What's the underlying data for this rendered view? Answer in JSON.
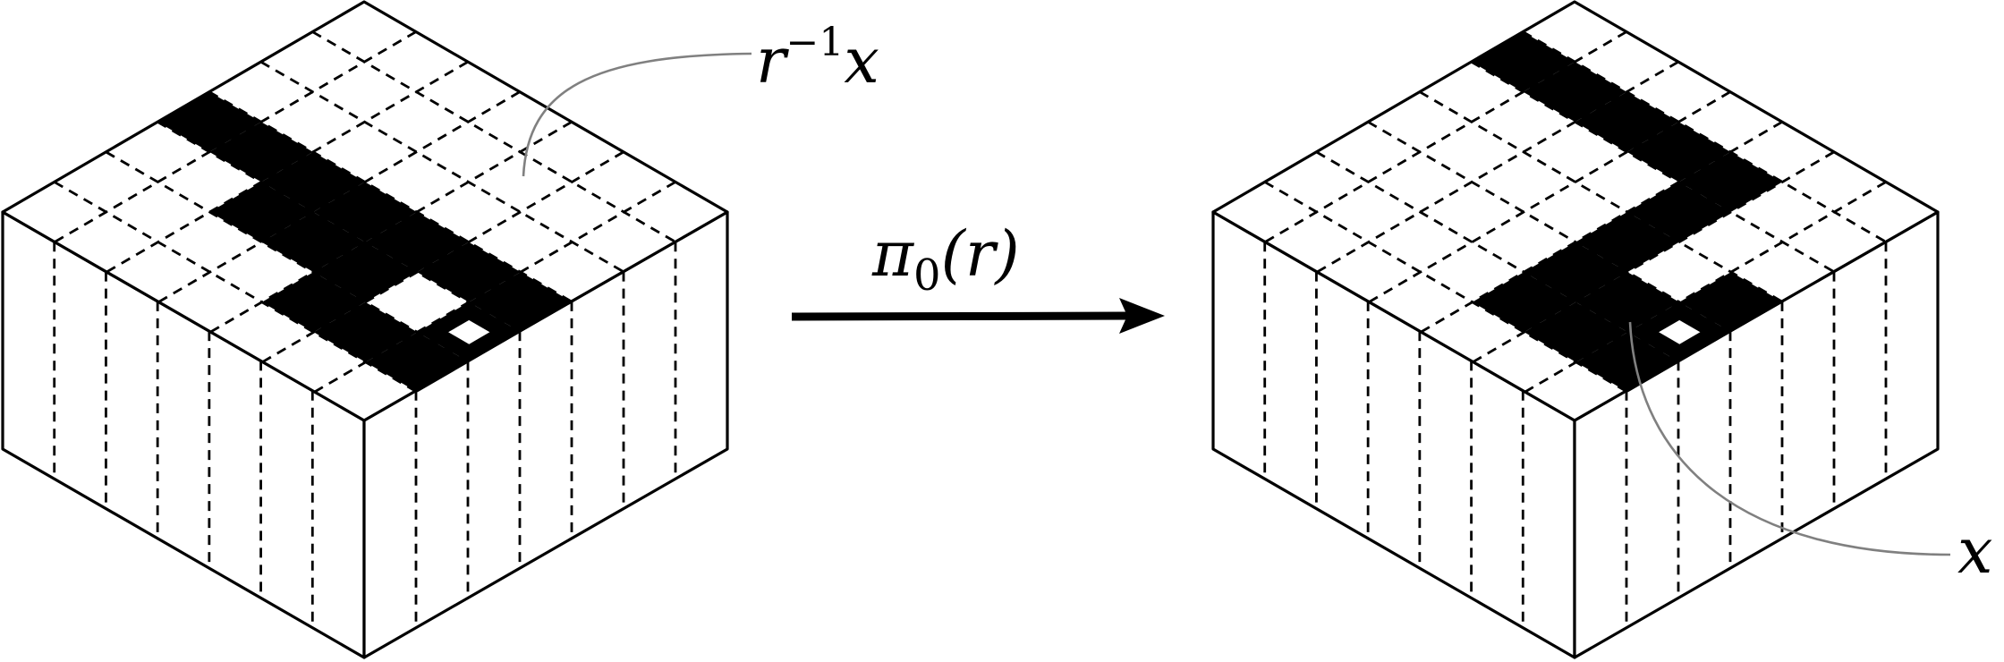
{
  "labels": {
    "map_symbol": "π",
    "map_subscript": "0",
    "map_argument": "(r)",
    "preimage_base": "r",
    "preimage_exponent": "−1",
    "preimage_var": "x",
    "image_var": "x"
  },
  "grid": {
    "n": 7
  },
  "shape_before": [
    [
      0,
      3
    ],
    [
      1,
      3
    ],
    [
      2,
      3
    ],
    [
      3,
      3
    ],
    [
      4,
      3
    ],
    [
      5,
      3
    ],
    [
      6,
      3
    ],
    [
      2,
      4
    ],
    [
      3,
      4
    ],
    [
      4,
      4
    ],
    [
      4,
      5
    ],
    [
      5,
      5
    ],
    [
      6,
      5
    ],
    [
      6,
      4
    ]
  ],
  "shape_after": [
    [
      0,
      1
    ],
    [
      1,
      1
    ],
    [
      2,
      1
    ],
    [
      3,
      1
    ],
    [
      4,
      1
    ],
    [
      4,
      2
    ],
    [
      4,
      3
    ],
    [
      4,
      4
    ],
    [
      4,
      5
    ],
    [
      5,
      4
    ],
    [
      5,
      5
    ],
    [
      6,
      5
    ],
    [
      6,
      4
    ],
    [
      6,
      3
    ]
  ],
  "marked_cell_before": [
    6,
    4
  ],
  "marked_cell_after": [
    6,
    4
  ]
}
